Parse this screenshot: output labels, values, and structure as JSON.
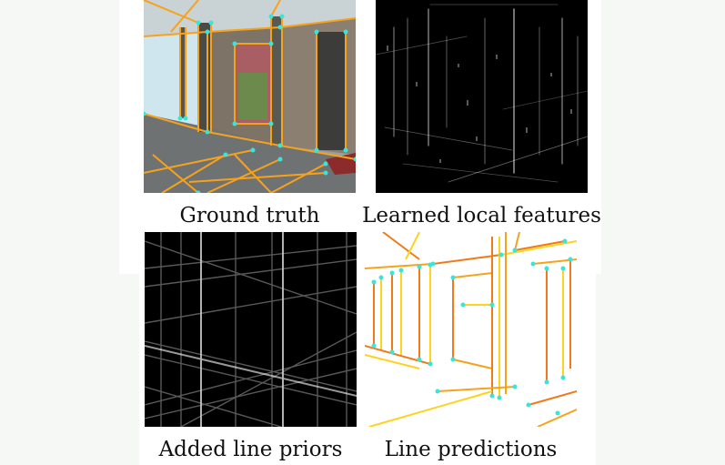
{
  "figure": {
    "panels": [
      {
        "id": "ground-truth",
        "caption": "Ground truth"
      },
      {
        "id": "learned-local-features",
        "caption": "Learned local features"
      },
      {
        "id": "added-line-priors",
        "caption": "Added line priors"
      },
      {
        "id": "line-predictions",
        "caption": "Line predictions"
      }
    ]
  },
  "colors": {
    "line_orange": "#f7a21b",
    "line_yellow": "#ffd21f",
    "line_dark_orange": "#f07a1a",
    "junction_cyan": "#37e6d8",
    "feature_bg": "#000000"
  }
}
